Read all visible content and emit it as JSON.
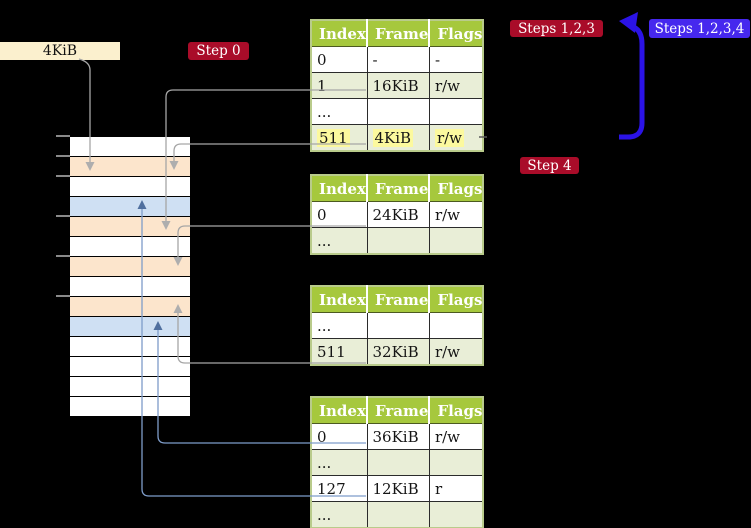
{
  "labels": {
    "size_label": "4KiB",
    "step0": "Step 0",
    "steps123": "Steps 1,2,3",
    "steps1234": "Steps 1,2,3,4",
    "step4": "Step 4"
  },
  "memory_map": {
    "rows": [
      {
        "kind": "free"
      },
      {
        "kind": "page-table"
      },
      {
        "kind": "free"
      },
      {
        "kind": "mapped-page"
      },
      {
        "kind": "page-table"
      },
      {
        "kind": "free"
      },
      {
        "kind": "page-table"
      },
      {
        "kind": "free"
      },
      {
        "kind": "page-table"
      },
      {
        "kind": "mapped-page"
      },
      {
        "kind": "free"
      },
      {
        "kind": "free"
      },
      {
        "kind": "free"
      },
      {
        "kind": "free"
      }
    ]
  },
  "tables": [
    {
      "headers": [
        "Index",
        "Frame",
        "Flags"
      ],
      "rows": [
        {
          "index": "0",
          "frame": "-",
          "flags": "-",
          "shaded": false,
          "highlighted": false
        },
        {
          "index": "1",
          "frame": "16KiB",
          "flags": "r/w",
          "shaded": true,
          "highlighted": false
        },
        {
          "index": "...",
          "frame": "",
          "flags": "",
          "shaded": false,
          "highlighted": false
        },
        {
          "index": "511",
          "frame": "4KiB",
          "flags": "r/w",
          "shaded": true,
          "highlighted": true
        }
      ]
    },
    {
      "headers": [
        "Index",
        "Frame",
        "Flags"
      ],
      "rows": [
        {
          "index": "0",
          "frame": "24KiB",
          "flags": "r/w",
          "shaded": false,
          "highlighted": false
        },
        {
          "index": "...",
          "frame": "",
          "flags": "",
          "shaded": true,
          "highlighted": false
        }
      ]
    },
    {
      "headers": [
        "Index",
        "Frame",
        "Flags"
      ],
      "rows": [
        {
          "index": "...",
          "frame": "",
          "flags": "",
          "shaded": false,
          "highlighted": false
        },
        {
          "index": "511",
          "frame": "32KiB",
          "flags": "r/w",
          "shaded": true,
          "highlighted": false
        }
      ]
    },
    {
      "headers": [
        "Index",
        "Frame",
        "Flags"
      ],
      "rows": [
        {
          "index": "0",
          "frame": "36KiB",
          "flags": "r/w",
          "shaded": false,
          "highlighted": false
        },
        {
          "index": "...",
          "frame": "",
          "flags": "",
          "shaded": true,
          "highlighted": false
        },
        {
          "index": "127",
          "frame": "12KiB",
          "flags": "r",
          "shaded": false,
          "highlighted": false
        },
        {
          "index": "...",
          "frame": "",
          "flags": "",
          "shaded": true,
          "highlighted": false
        }
      ]
    }
  ],
  "colors": {
    "background": "#000000",
    "table_header_green": "#a6c83d",
    "table_row_green": "#e9eed7",
    "table_border": "#b9cb8b",
    "highlight_yellow": "#fcf99e",
    "memory_free_white": "#ffffff",
    "memory_table_orange": "#fce5cc",
    "memory_page_blue": "#cfe0f3",
    "label_wheat": "#fbf0ce",
    "badge_red": "#a90c29",
    "badge_blue": "#4628ee",
    "arrow_blue": "#2b13e6",
    "connector_gray": "#a6a6a6",
    "connector_steel": "#7e9cc9"
  }
}
